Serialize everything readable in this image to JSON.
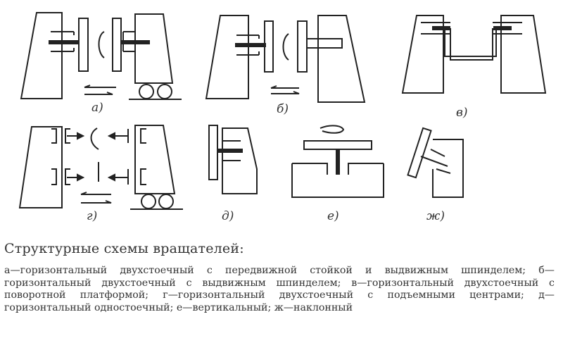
{
  "figure": {
    "labels": {
      "a": "а)",
      "b": "б)",
      "v": "в)",
      "g": "г)",
      "d": "д)",
      "e": "е)",
      "zh": "ж)"
    }
  },
  "caption": {
    "title": "Структурные схемы вращателей:",
    "text": "а—горизонтальный двухстоечный с передвижной стойкой и выдвижным шпинделем; б—горизонтальный двухстоечный с выдвижным шпинделем; в—горизонтальный двухстоечный с поворотной платформой; г—горизонтальный двухстоечный с подъемными центрами; д—горизонтальный одностоечный; е—вертикальный; ж—наклонный"
  }
}
